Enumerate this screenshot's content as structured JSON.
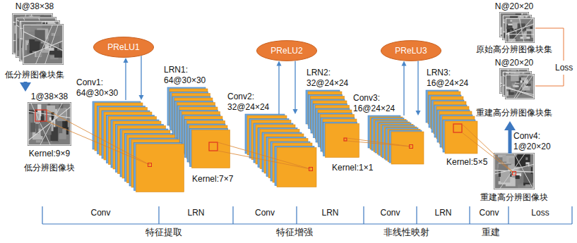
{
  "diagram": {
    "nodes": [
      {
        "text": [
          "N@38×38",
          "低分辨图像块集"
        ]
      },
      {
        "text": [
          "1@38×38",
          "低分辨图像块"
        ]
      },
      {
        "text": [
          "PReLU1"
        ]
      },
      {
        "text": [
          "Conv1: 64@30×30"
        ]
      },
      {
        "text": [
          "LRN1: 64@30×30"
        ]
      },
      {
        "text": [
          "PReLU2"
        ]
      },
      {
        "text": [
          "Conv2: 32@24×24"
        ]
      },
      {
        "text": [
          "LRN2: 32@24×24"
        ]
      },
      {
        "text": [
          "PReLU3"
        ]
      },
      {
        "text": [
          "Conv3: 16@24×24"
        ]
      },
      {
        "text": [
          "LRN3: 16@24×24"
        ]
      },
      {
        "text": [
          "Conv4: 1@20×20",
          "重建高分辨图像块"
        ]
      },
      {
        "text": [
          "N@20×20",
          "原始高分辨图像块集"
        ]
      },
      {
        "text": [
          "N@20×20",
          "重建高分辨图像块集"
        ]
      }
    ],
    "edges": [
      {
        "from": 0,
        "to": 1,
        "arrow": "to"
      },
      {
        "from": 3,
        "to": 2,
        "arrow": "to"
      },
      {
        "from": 2,
        "to": 3,
        "arrow": "to"
      },
      {
        "from": 6,
        "to": 5,
        "arrow": "to"
      },
      {
        "from": 5,
        "to": 6,
        "arrow": "to"
      },
      {
        "from": 9,
        "to": 8,
        "arrow": "to"
      },
      {
        "from": 8,
        "to": 9,
        "arrow": "to"
      },
      {
        "from": 11,
        "to": 13,
        "arrow": "to"
      }
    ],
    "labels": [
      "Kernel:9×9",
      "Kernel:7×7",
      "Kernel:1×1",
      "Kernel:5×5",
      "Loss",
      "Conv",
      "LRN",
      "Conv",
      "LRN",
      "Conv",
      "LRN",
      "Conv",
      "Loss",
      "特征提取",
      "特征增强",
      "非线性映射",
      "重建"
    ]
  }
}
